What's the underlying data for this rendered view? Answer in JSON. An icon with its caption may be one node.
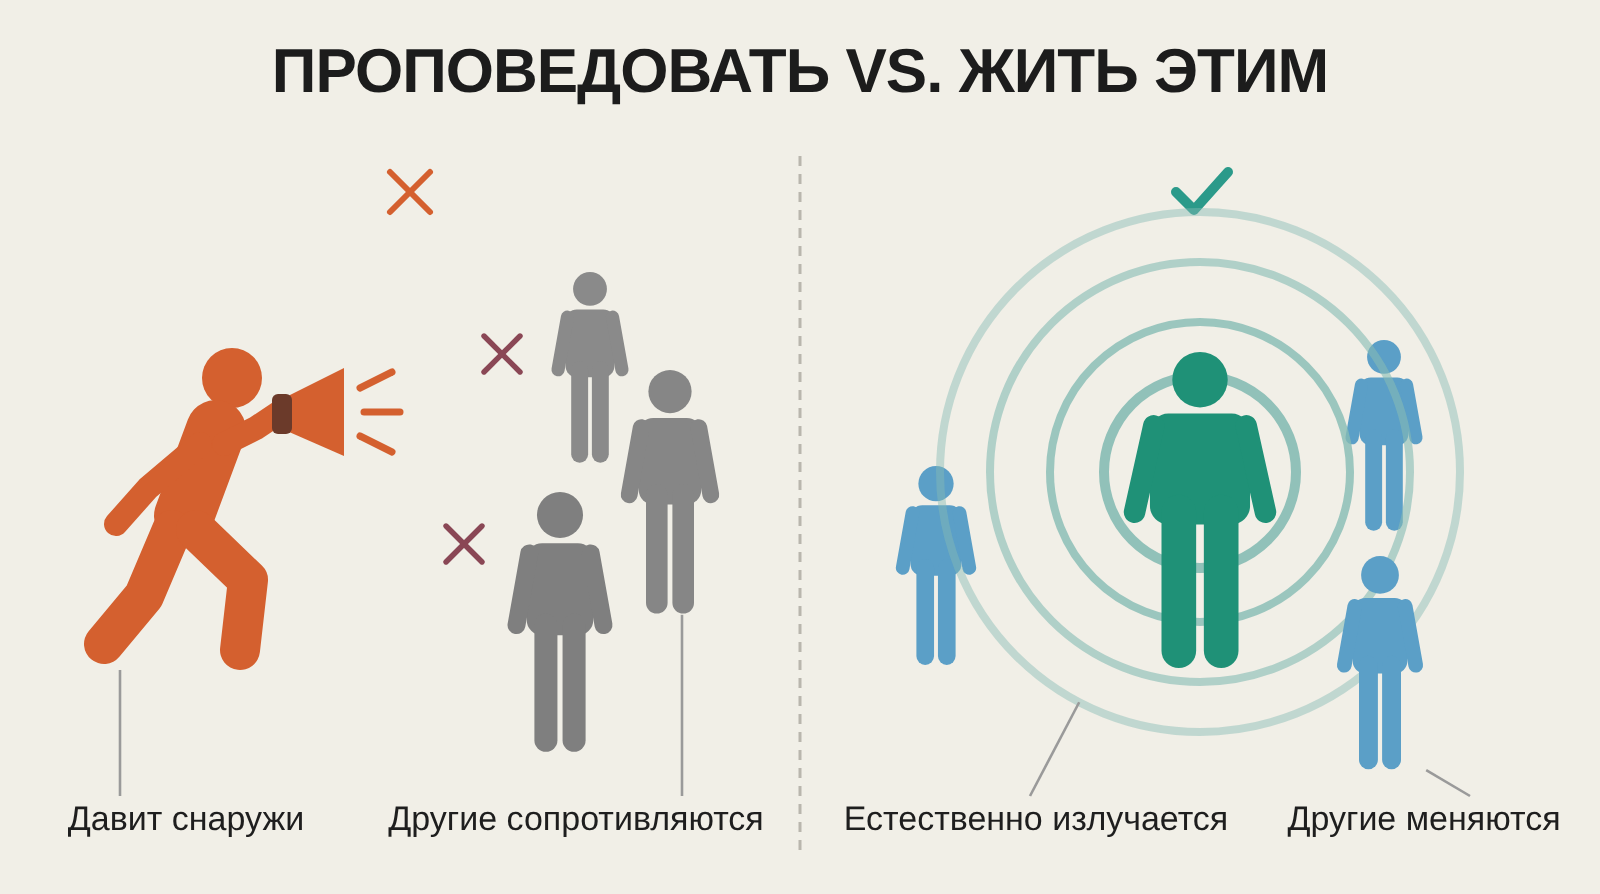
{
  "diagram": {
    "title": "ПРОПОВЕДОВАТЬ VS. ЖИТЬ ЭТИМ",
    "nodes": [
      {
        "text": [
          "Давит снаружи"
        ]
      },
      {
        "text": [],
        "shape": "person"
      },
      {
        "text": [
          "Другие сопротивляются"
        ]
      },
      {
        "text": [],
        "shape": "person"
      },
      {
        "text": [
          "Естественно излучается"
        ]
      },
      {
        "text": [],
        "shape": "circle"
      },
      {
        "text": [
          "Другие меняются"
        ]
      },
      {
        "text": [],
        "shape": "person"
      }
    ],
    "edges": [
      {
        "from": 0,
        "to": 1,
        "arrow": "none"
      },
      {
        "from": 2,
        "to": 3,
        "arrow": "none"
      },
      {
        "from": 4,
        "to": 5,
        "arrow": "none"
      },
      {
        "from": 6,
        "to": 7,
        "arrow": "none"
      }
    ]
  }
}
